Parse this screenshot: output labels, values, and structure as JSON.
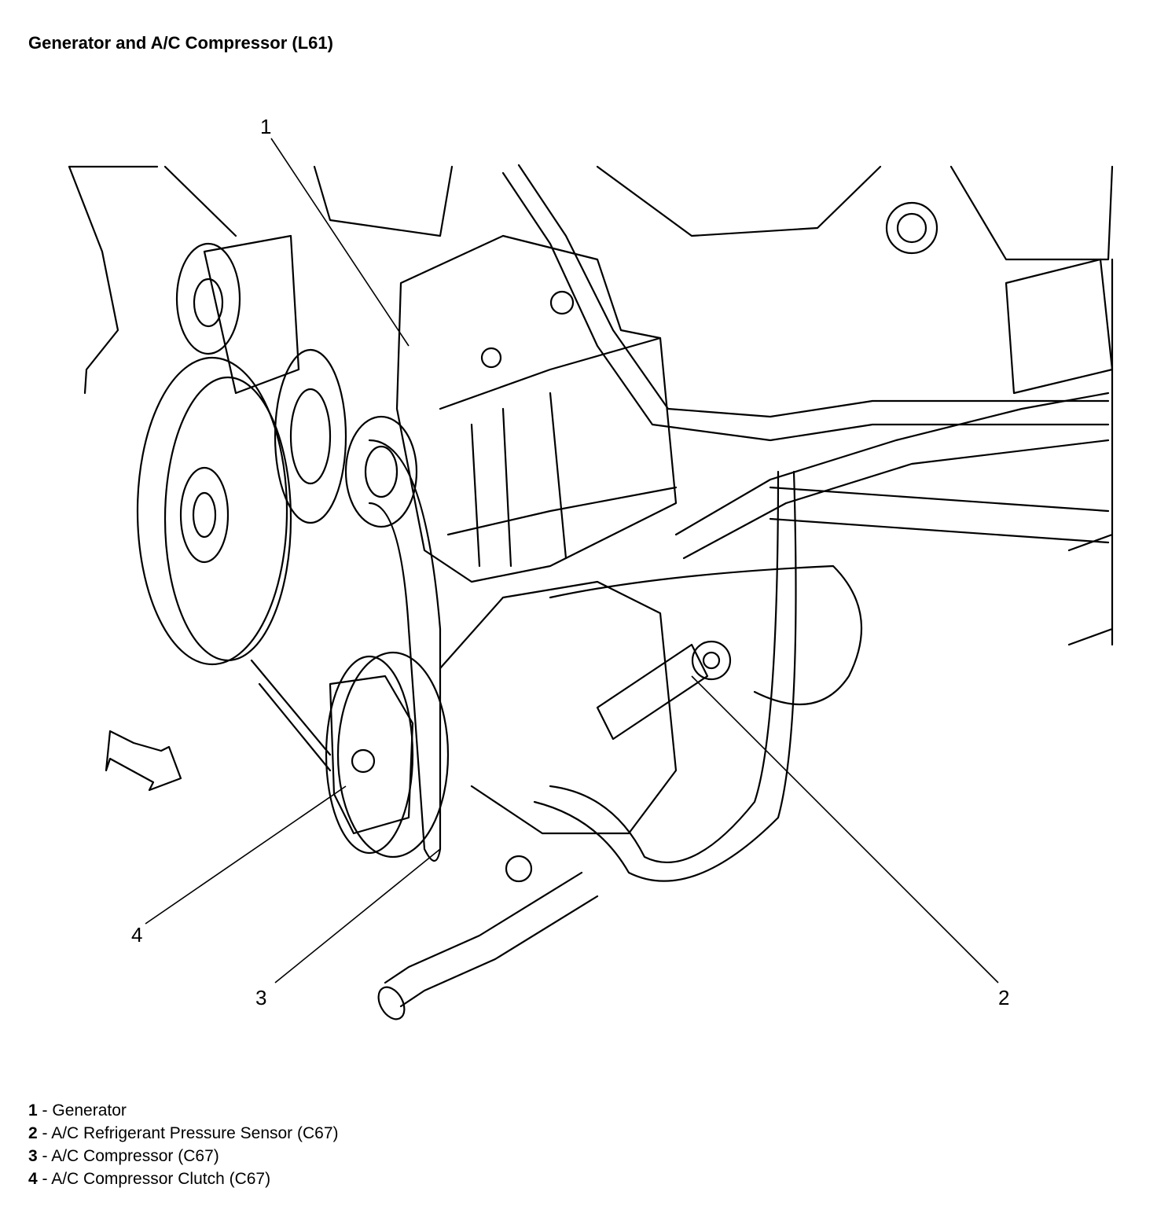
{
  "title": "Generator and A/C Compressor (L61)",
  "callouts": [
    {
      "num": "1",
      "label": "Generator"
    },
    {
      "num": "2",
      "label": "A/C Refrigerant Pressure Sensor (C67)"
    },
    {
      "num": "3",
      "label": "A/C Compressor (C67)"
    },
    {
      "num": "4",
      "label": "A/C Compressor Clutch (C67)"
    }
  ],
  "legend_separator": " - ",
  "colors": {
    "line": "#000000",
    "background": "#ffffff"
  }
}
